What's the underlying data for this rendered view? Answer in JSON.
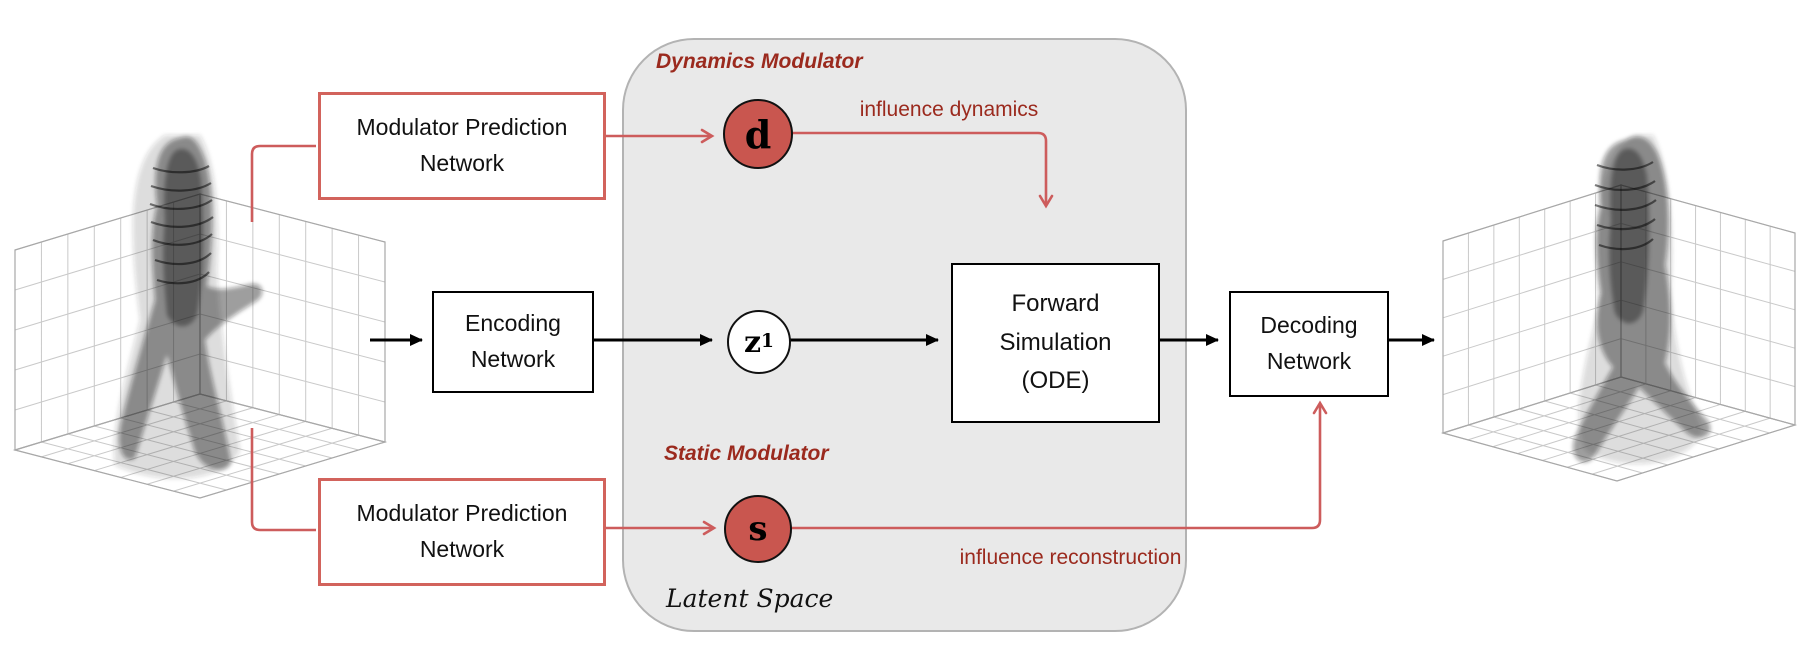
{
  "nodes": {
    "modulator_top": {
      "line1": "Modulator Prediction",
      "line2": "Network"
    },
    "modulator_bottom": {
      "line1": "Modulator Prediction",
      "line2": "Network"
    },
    "encoding": {
      "line1": "Encoding",
      "line2": "Network"
    },
    "forward_sim": {
      "line1": "Forward",
      "line2": "Simulation",
      "line3": "(ODE)"
    },
    "decoding": {
      "line1": "Decoding",
      "line2": "Network"
    }
  },
  "latent_space": {
    "dynamics_modulator_label": "Dynamics Modulator",
    "static_modulator_label": "Static Modulator",
    "label": "Latent Space",
    "d_node": "d",
    "z_node": "z",
    "z_node_subscript": "1",
    "s_node": "s"
  },
  "annotations": {
    "influence_dynamics": "influence dynamics",
    "influence_reconstruction": "influence reconstruction"
  },
  "colors": {
    "accent_red": "#cd5c5c",
    "dark_red_text": "#9b2a1e",
    "modulator_node_fill": "#c9564f",
    "latent_bg": "#e9e9e9",
    "arrow_black": "#000000"
  }
}
